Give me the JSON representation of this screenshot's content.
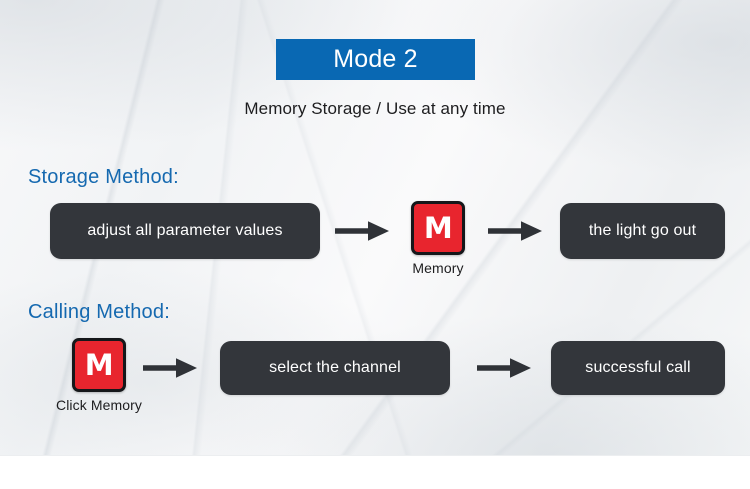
{
  "header": {
    "banner_label": "Mode 2",
    "banner_color": "#0968b3",
    "subtitle": "Memory Storage / Use at any time"
  },
  "theme": {
    "heading_color": "#1569b0",
    "pill_color": "#33363b",
    "memory_red": "#e8252e",
    "memory_border": "#15171a",
    "arrow_color": "#2f3237",
    "background": "#f4f5f6"
  },
  "sections": [
    {
      "heading": "Storage Method:",
      "steps": [
        {
          "type": "pill",
          "label": "adjust all parameter values"
        },
        {
          "type": "arrow",
          "icon": "arrow-right-icon"
        },
        {
          "type": "memory-key",
          "letter": "M",
          "label": "Memory"
        },
        {
          "type": "arrow",
          "icon": "arrow-right-icon"
        },
        {
          "type": "pill",
          "label": "the light go out"
        }
      ]
    },
    {
      "heading": "Calling Method:",
      "steps": [
        {
          "type": "memory-key",
          "letter": "M",
          "label": "Click Memory"
        },
        {
          "type": "arrow",
          "icon": "arrow-right-icon"
        },
        {
          "type": "pill",
          "label": "select the channel"
        },
        {
          "type": "arrow",
          "icon": "arrow-right-icon"
        },
        {
          "type": "pill",
          "label": "successful call"
        }
      ]
    }
  ]
}
